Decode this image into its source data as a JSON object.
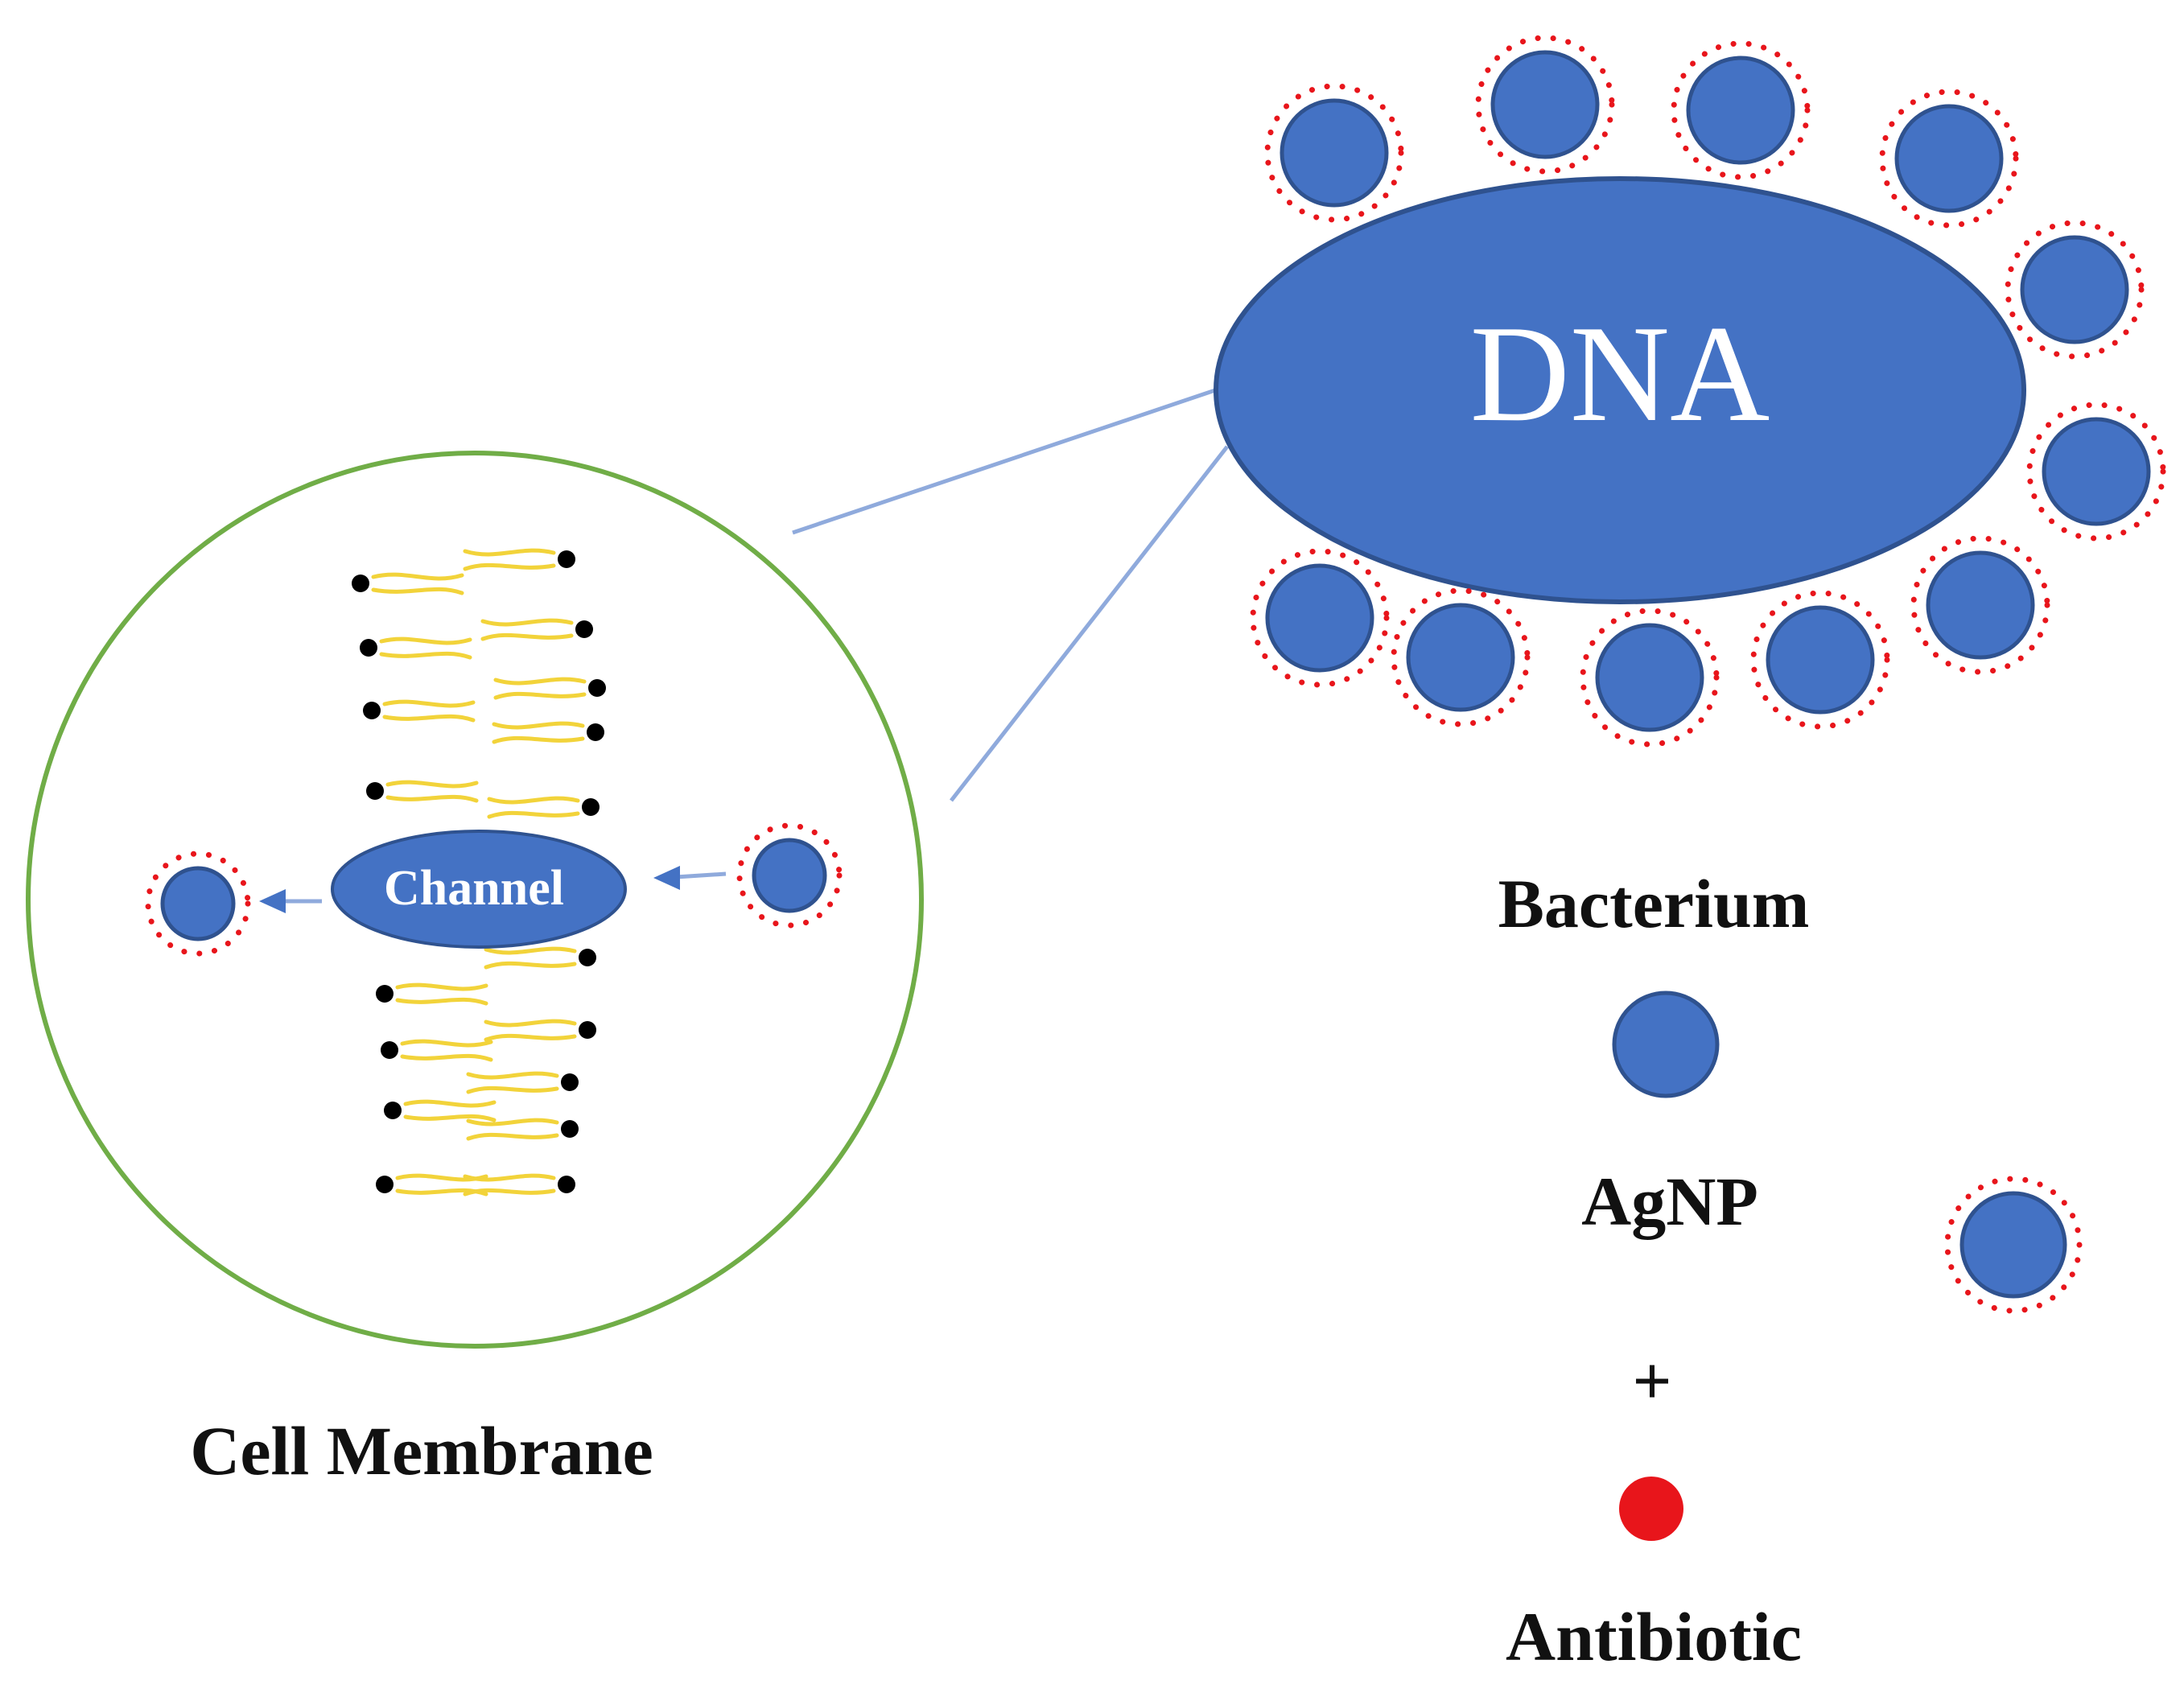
{
  "labels": {
    "dna": "DNA",
    "channel": "Channel",
    "bacterium": "Bacterium",
    "agnp": "AgNP",
    "plus": "+",
    "antibiotic": "Antibiotic",
    "cell_membrane": "Cell Membrane"
  },
  "colors": {
    "particle_fill": "#4472C4",
    "particle_stroke": "#2F528F",
    "antibiotic_dot": "#E8151B",
    "membrane_circle": "#70AD47",
    "lipid_tail": "#F2D33A",
    "lipid_head": "#000000",
    "connector_line": "#8FAADC",
    "arrow": "#4472C4"
  },
  "icons": {
    "agnp": "blue-circle",
    "antibiotic": "red-dot",
    "agnp_antibiotic_conjugate": "blue-circle-with-red-dotted-ring"
  }
}
